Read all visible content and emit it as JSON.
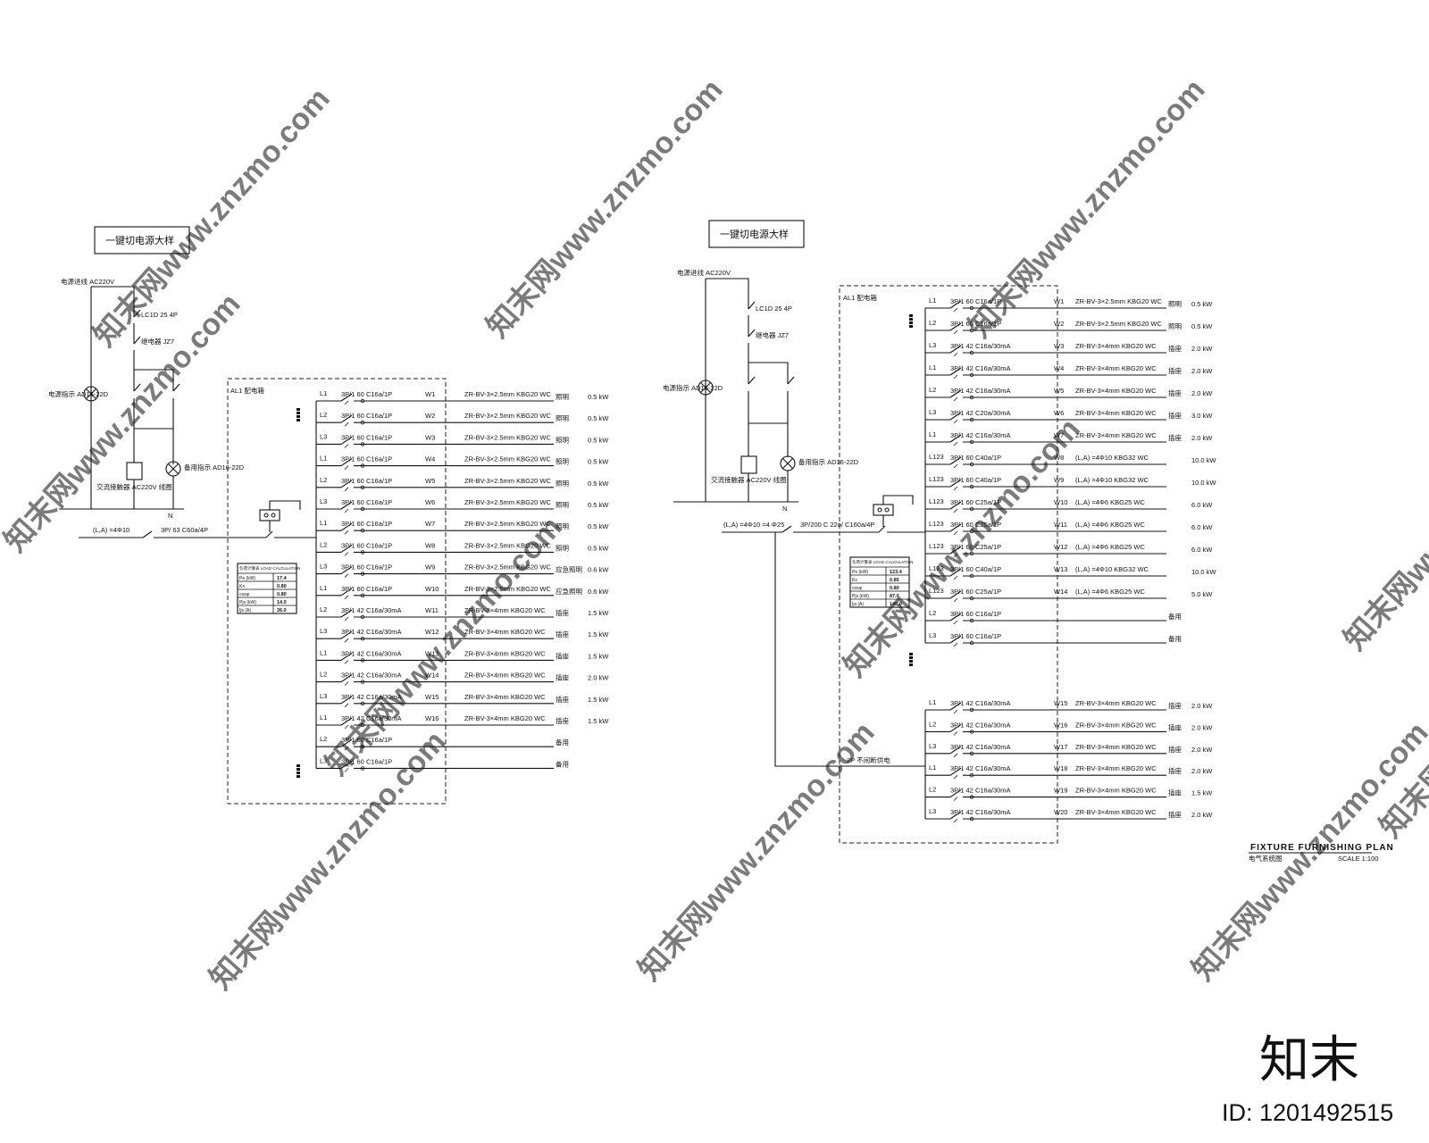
{
  "left": {
    "title": "一键切电源大样",
    "panel_label": "AL1 配电箱",
    "feeder_label": "(L,A) =4Φ10",
    "main_breaker": "3P/ 63 C60a/4P",
    "circuits": [
      {
        "phase": "L1",
        "spec": "3P/1 60 C16a/1P",
        "no": "W1",
        "cable": "ZR-BV-3×2.5mm KBG20 WC",
        "load": "照明",
        "power": "0.5 kW"
      },
      {
        "phase": "L2",
        "spec": "3P/1 60 C16a/1P",
        "no": "W2",
        "cable": "ZR-BV-3×2.5mm KBG20 WC",
        "load": "照明",
        "power": "0.5 kW"
      },
      {
        "phase": "L3",
        "spec": "3P/1 60 C16a/1P",
        "no": "W3",
        "cable": "ZR-BV-3×2.5mm KBG20 WC",
        "load": "照明",
        "power": "0.5 kW"
      },
      {
        "phase": "L1",
        "spec": "3P/1 60 C16a/1P",
        "no": "W4",
        "cable": "ZR-BV-3×2.5mm KBG20 WC",
        "load": "照明",
        "power": "0.5 kW"
      },
      {
        "phase": "L2",
        "spec": "3P/1 60 C16a/1P",
        "no": "W5",
        "cable": "ZR-BV-3×2.5mm KBG20 WC",
        "load": "照明",
        "power": "0.5 kW"
      },
      {
        "phase": "L3",
        "spec": "3P/1 60 C16a/1P",
        "no": "W6",
        "cable": "ZR-BV-3×2.5mm KBG20 WC",
        "load": "照明",
        "power": "0.5 kW"
      },
      {
        "phase": "L1",
        "spec": "3P/1 60 C16a/1P",
        "no": "W7",
        "cable": "ZR-BV-3×2.5mm KBG20 WC",
        "load": "照明",
        "power": "0.5 kW"
      },
      {
        "phase": "L2",
        "spec": "3P/1 60 C16a/1P",
        "no": "W8",
        "cable": "ZR-BV-3×2.5mm KBG20 WC",
        "load": "照明",
        "power": "0.5 kW"
      },
      {
        "phase": "L3",
        "spec": "3P/1 60 C16a/1P",
        "no": "W9",
        "cable": "ZR-BV-3×2.5mm KBG20 WC",
        "load": "应急照明",
        "power": "0.6 kW"
      },
      {
        "phase": "L1",
        "spec": "3P/1 60 C16a/1P",
        "no": "W10",
        "cable": "ZR-BV-3×2.5mm KBG20 WC",
        "load": "应急照明",
        "power": "0.6 kW"
      },
      {
        "phase": "L2",
        "spec": "3P/1 42 C16a/30mA",
        "no": "W11",
        "cable": "ZR-BV-3×4mm KBG20 WC",
        "load": "插座",
        "power": "1.5 kW"
      },
      {
        "phase": "L3",
        "spec": "3P/1 42 C16a/30mA",
        "no": "W12",
        "cable": "ZR-BV-3×4mm KBG20 WC",
        "load": "插座",
        "power": "1.5 kW"
      },
      {
        "phase": "L1",
        "spec": "3P/1 42 C16a/30mA",
        "no": "W13",
        "cable": "ZR-BV-3×4mm KBG20 WC",
        "load": "插座",
        "power": "1.5 kW"
      },
      {
        "phase": "L2",
        "spec": "3P/1 42 C16a/30mA",
        "no": "W14",
        "cable": "ZR-BV-3×4mm KBG20 WC",
        "load": "插座",
        "power": "2.0 kW"
      },
      {
        "phase": "L3",
        "spec": "3P/1 42 C16a/30mA",
        "no": "W15",
        "cable": "ZR-BV-3×4mm KBG20 WC",
        "load": "插座",
        "power": "1.5 kW"
      },
      {
        "phase": "L1",
        "spec": "3P/1 42 C16a/30mA",
        "no": "W16",
        "cable": "ZR-BV-3×4mm KBG20 WC",
        "load": "插座",
        "power": "1.5 kW"
      },
      {
        "phase": "L2",
        "spec": "3P/1 60 C16a/1P",
        "no": "",
        "cable": "",
        "load": "备用",
        "power": ""
      },
      {
        "phase": "L3",
        "spec": "3P/1 60 C16a/1P",
        "no": "",
        "cable": "",
        "load": "备用",
        "power": ""
      }
    ],
    "calc_table": {
      "header": "负荷计算表 LOAD CALCULATION",
      "rows": [
        {
          "k": "Pe (kW)",
          "v": "17.4"
        },
        {
          "k": "Kx",
          "v": "0.80"
        },
        {
          "k": "cosφ",
          "v": "0.80"
        },
        {
          "k": "Pjs (kW)",
          "v": "14.0"
        },
        {
          "k": "Ijs (A)",
          "v": "26.0"
        }
      ]
    }
  },
  "right": {
    "title": "一键切电源大样",
    "panel_label": "AL1 配电箱",
    "feeder_label": "(L,A) =4Φ10 =4 Φ25",
    "main_breaker": "3P/200 C 22o/ C160a/4P",
    "branch_label": "2P 不间断供电",
    "circuits": [
      {
        "phase": "L1",
        "spec": "3P/1 60 C16a/1P",
        "no": "W1",
        "cable": "ZR-BV-3×2.5mm KBG20 WC",
        "load": "照明",
        "power": "0.5 kW"
      },
      {
        "phase": "L2",
        "spec": "3P/1 60 C16a/1P",
        "no": "W2",
        "cable": "ZR-BV-3×2.5mm KBG20 WC",
        "load": "照明",
        "power": "0.5 kW"
      },
      {
        "phase": "L3",
        "spec": "3P/1 42 C16a/30mA",
        "no": "W3",
        "cable": "ZR-BV-3×4mm KBG20 WC",
        "load": "插座",
        "power": "2.0 kW"
      },
      {
        "phase": "L1",
        "spec": "3P/1 42 C16a/30mA",
        "no": "W4",
        "cable": "ZR-BV-3×4mm KBG20 WC",
        "load": "插座",
        "power": "2.0 kW"
      },
      {
        "phase": "L2",
        "spec": "3P/1 42 C16a/30mA",
        "no": "W5",
        "cable": "ZR-BV-3×4mm KBG20 WC",
        "load": "插座",
        "power": "2.0 kW"
      },
      {
        "phase": "L3",
        "spec": "3P/1 42 C20a/30mA",
        "no": "W6",
        "cable": "ZR-BV-3×4mm KBG20 WC",
        "load": "插座",
        "power": "3.0 kW"
      },
      {
        "phase": "L1",
        "spec": "3P/1 42 C16a/30mA",
        "no": "W7",
        "cable": "ZR-BV-3×4mm KBG20 WC",
        "load": "插座",
        "power": "2.0 kW"
      },
      {
        "phase": "L123",
        "spec": "3P/1 60 C40a/1P",
        "no": "W8",
        "cable": "(L,A) =4Φ10 KBG32 WC",
        "load": "",
        "power": "10.0 kW"
      },
      {
        "phase": "L123",
        "spec": "3P/1 60 C40a/1P",
        "no": "W9",
        "cable": "(L,A) =4Φ10 KBG32 WC",
        "load": "",
        "power": "10.0 kW"
      },
      {
        "phase": "L123",
        "spec": "3P/1 60 C25a/1P",
        "no": "W10",
        "cable": "(L,A) =4Φ6 KBG25 WC",
        "load": "",
        "power": "6.0 kW"
      },
      {
        "phase": "L123",
        "spec": "3P/1 60 C25a/1P",
        "no": "W11",
        "cable": "(L,A) =4Φ6 KBG25 WC",
        "load": "",
        "power": "6.0 kW"
      },
      {
        "phase": "L123",
        "spec": "3P/1 60 C25a/1P",
        "no": "W12",
        "cable": "(L,A) =4Φ6 KBG25 WC",
        "load": "",
        "power": "6.0 kW"
      },
      {
        "phase": "L123",
        "spec": "3P/1 60 C40a/1P",
        "no": "W13",
        "cable": "(L,A) =4Φ10 KBG32 WC",
        "load": "",
        "power": "10.0 kW"
      },
      {
        "phase": "L123",
        "spec": "3P/1 60 C25a/1P",
        "no": "W14",
        "cable": "(L,A) =4Φ6 KBG25 WC",
        "load": "",
        "power": "5.0 kW"
      },
      {
        "phase": "L2",
        "spec": "3P/1 60 C16a/1P",
        "no": "",
        "cable": "",
        "load": "备用",
        "power": ""
      },
      {
        "phase": "L3",
        "spec": "3P/1 60 C16a/1P",
        "no": "",
        "cable": "",
        "load": "备用",
        "power": ""
      },
      {
        "phase": "L1",
        "spec": "3P/1 42 C16a/30mA",
        "no": "W15",
        "cable": "ZR-BV-3×4mm KBG20 WC",
        "load": "插座",
        "power": "2.0 kW"
      },
      {
        "phase": "L2",
        "spec": "3P/1 42 C16a/30mA",
        "no": "W16",
        "cable": "ZR-BV-3×4mm KBG20 WC",
        "load": "插座",
        "power": "2.0 kW"
      },
      {
        "phase": "L3",
        "spec": "3P/1 42 C16a/30mA",
        "no": "W17",
        "cable": "ZR-BV-3×4mm KBG20 WC",
        "load": "插座",
        "power": "2.0 kW"
      },
      {
        "phase": "L1",
        "spec": "3P/1 42 C16a/30mA",
        "no": "W18",
        "cable": "ZR-BV-3×4mm KBG20 WC",
        "load": "插座",
        "power": "2.0 kW"
      },
      {
        "phase": "L2",
        "spec": "3P/1 42 C16a/30mA",
        "no": "W19",
        "cable": "ZR-BV-3×4mm KBG20 WC",
        "load": "插座",
        "power": "1.5 kW"
      },
      {
        "phase": "L3",
        "spec": "3P/1 42 C16a/30mA",
        "no": "W20",
        "cable": "ZR-BV-3×4mm KBG20 WC",
        "load": "插座",
        "power": "2.0 kW"
      }
    ],
    "calc_table": {
      "header": "负荷计算表 LOAD CALCULATION",
      "rows": [
        {
          "k": "Pe (kW)",
          "v": "123.4"
        },
        {
          "k": "Kx",
          "v": "0.85"
        },
        {
          "k": "cosφ",
          "v": "0.80"
        },
        {
          "k": "Pjs (kW)",
          "v": "87.0"
        },
        {
          "k": "Ijs (A)",
          "v": "140.0"
        }
      ]
    }
  },
  "changeover": {
    "breaker_label": "LC1D 25 4P",
    "relay_label": "继电器 JZ7",
    "indicator_main": "电源指示 AD16-22D",
    "indicator_backup": "备用指示 AD16-22D",
    "coil_label": "交流接触器 AC220V 线圈",
    "neutral": "N",
    "source_label": "电源进线 AC220V"
  },
  "title_block": {
    "title": "FIXTURE FURNISHING PLAN",
    "subtitle": "电气系统图",
    "scale": "SCALE 1:100"
  },
  "watermark": {
    "text": "知末网www.znzmo.com",
    "logo": "知末",
    "id": "ID: 1201492515"
  }
}
